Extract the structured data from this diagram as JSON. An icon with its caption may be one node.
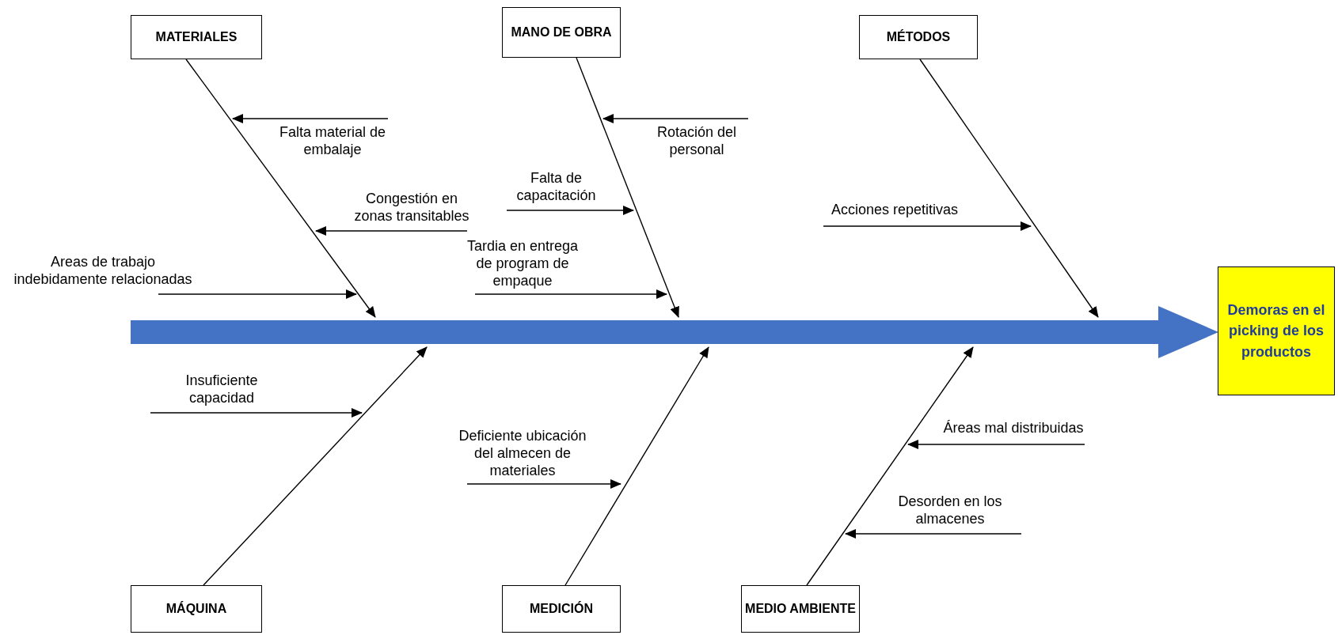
{
  "diagram": {
    "nodes": [
      {
        "text": [
          "MATERIALES"
        ]
      },
      {
        "text": [
          "MANO DE OBRA"
        ]
      },
      {
        "text": [
          "MÉTODOS"
        ]
      },
      {
        "text": [
          "Demoras en el picking de los productos"
        ]
      },
      {
        "text": [
          "Falta material de embalaje"
        ]
      },
      {
        "text": [
          "Falta de capacitación"
        ]
      },
      {
        "text": [
          "Rotación del personal"
        ]
      },
      {
        "text": [
          "Congestión en zonas transitables"
        ]
      },
      {
        "text": [
          "Areas de trabajo indebidamente relacionadas"
        ]
      },
      {
        "text": [
          "Tardia en entrega de program de empaque"
        ]
      },
      {
        "text": [
          "Acciones repetitivas"
        ]
      },
      {
        "text": [
          "Insuficiente capacidad"
        ]
      },
      {
        "text": [
          "Deficiente ubicación del almecen de materiales"
        ]
      },
      {
        "text": [
          "Áreas mal distribuidas"
        ]
      },
      {
        "text": [
          "Desorden en los almacenes"
        ]
      },
      {
        "text": [
          "MÁQUINA"
        ]
      },
      {
        "text": [
          "MEDICIÓN"
        ]
      },
      {
        "text": [
          "MEDIO AMBIENTE"
        ]
      }
    ],
    "edges": [
      {
        "from": 0,
        "to": null,
        "arrow": "to"
      },
      {
        "from": 1,
        "to": null,
        "arrow": "to"
      },
      {
        "from": 2,
        "to": null,
        "arrow": "to"
      },
      {
        "from": 15,
        "to": null,
        "arrow": "to"
      },
      {
        "from": 16,
        "to": null,
        "arrow": "to"
      },
      {
        "from": 17,
        "to": null,
        "arrow": "to"
      },
      {
        "from": null,
        "to": 3,
        "arrow": "to",
        "style": "thick",
        "color": "#4472c4"
      },
      {
        "from": 4,
        "to": null,
        "arrow": "to"
      },
      {
        "from": 5,
        "to": null,
        "arrow": "to"
      },
      {
        "from": 6,
        "to": null,
        "arrow": "to"
      },
      {
        "from": 7,
        "to": null,
        "arrow": "to"
      },
      {
        "from": 8,
        "to": null,
        "arrow": "to"
      },
      {
        "from": 9,
        "to": null,
        "arrow": "to"
      },
      {
        "from": 10,
        "to": null,
        "arrow": "to"
      },
      {
        "from": 11,
        "to": null,
        "arrow": "to"
      },
      {
        "from": 12,
        "to": null,
        "arrow": "to"
      },
      {
        "from": 13,
        "to": null,
        "arrow": "to"
      },
      {
        "from": 14,
        "to": null,
        "arrow": "to"
      }
    ]
  }
}
